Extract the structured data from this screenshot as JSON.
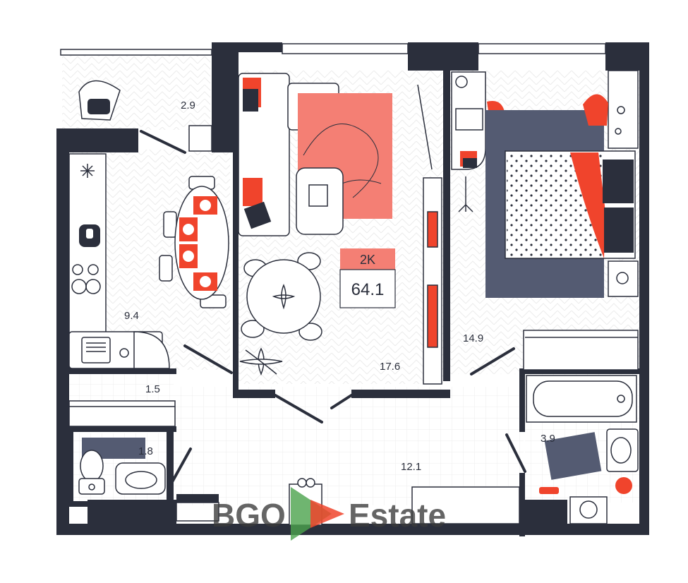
{
  "apartment": {
    "type_label": "2K",
    "total_area": "64.1"
  },
  "rooms": [
    {
      "id": "balcony",
      "area": "2.9"
    },
    {
      "id": "kitchen",
      "area": "9.4"
    },
    {
      "id": "living-room",
      "area": "17.6"
    },
    {
      "id": "bedroom",
      "area": "14.9"
    },
    {
      "id": "storage",
      "area": "1.5"
    },
    {
      "id": "toilet",
      "area": "1.8"
    },
    {
      "id": "hallway",
      "area": "12.1"
    },
    {
      "id": "bathroom",
      "area": "3.9"
    }
  ],
  "watermark": {
    "left": "BGO",
    "right": "Estate"
  },
  "colors": {
    "wall": "#2b2f3c",
    "accent": "#f0442c",
    "accent_soft": "#f47f74",
    "rug": "#545b72",
    "floor_line": "#e6e6e6",
    "watermark_green": "#4ba34c"
  }
}
